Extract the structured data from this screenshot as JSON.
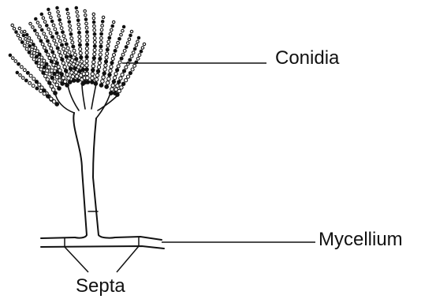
{
  "labels": {
    "conidia": "Conidia",
    "mycellium": "Mycellium",
    "septa": "Septa"
  },
  "colors": {
    "ink": "#111111",
    "background": "#ffffff"
  }
}
